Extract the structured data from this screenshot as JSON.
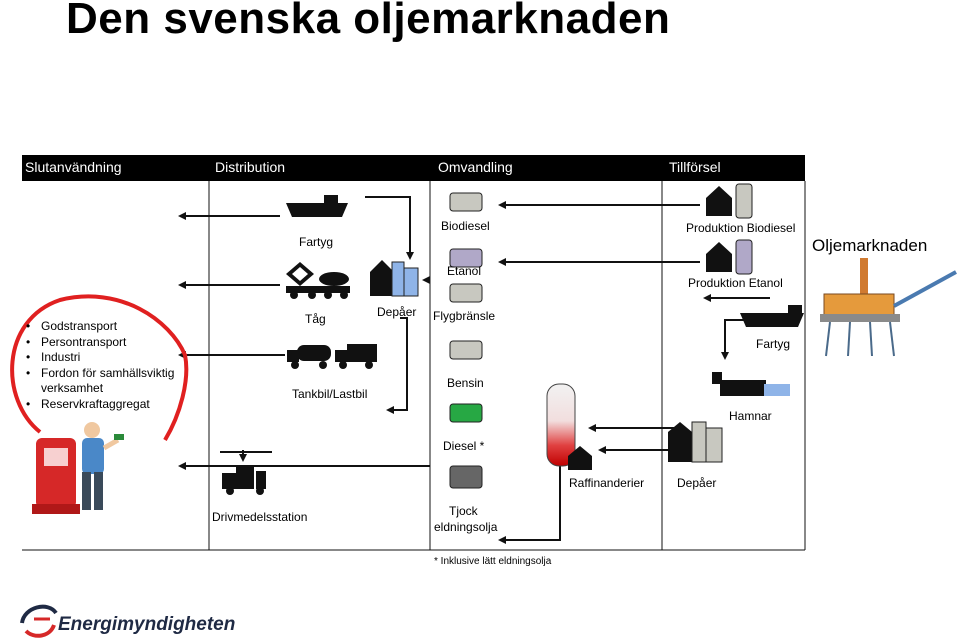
{
  "title": "Den svenska oljemarknaden",
  "columns": [
    "Slutanvändning",
    "Distribution",
    "Omvandling",
    "Tillförsel"
  ],
  "uses": [
    "Godstransport",
    "Persontransport",
    "Industri",
    "Fordon för samhällsviktig",
    "verksamhet",
    "Reservkraftaggregat"
  ],
  "distribution": {
    "fartyg": "Fartyg",
    "tag": "Tåg",
    "depaer": "Depåer",
    "tankbil": "Tankbil/Lastbil",
    "drivmedel": "Drivmedelsstation"
  },
  "products": {
    "biodiesel": "Biodiesel",
    "etanol": "Etanol",
    "flyg": "Flygbränsle",
    "bensin": "Bensin",
    "diesel": "Diesel *",
    "tjock1": "Tjock",
    "tjock2": "eldningsolja"
  },
  "supply": {
    "prod_bio": "Produktion Biodiesel",
    "prod_etanol": "Produktion Etanol",
    "fartyg": "Fartyg",
    "hamnar": "Hamnar",
    "raff": "Raffinanderier",
    "depaer": "Depåer"
  },
  "oljemarknaden": "Oljemarknaden",
  "footnote": "* Inklusive  lätt eldningsolja",
  "logo": "Energimyndigheten",
  "colors": {
    "header": "#000000",
    "diesel": "#27a844",
    "gray_tank": "#c8c8c0",
    "lavender": "#b0a8c8",
    "blue": "#9ab8e0"
  }
}
